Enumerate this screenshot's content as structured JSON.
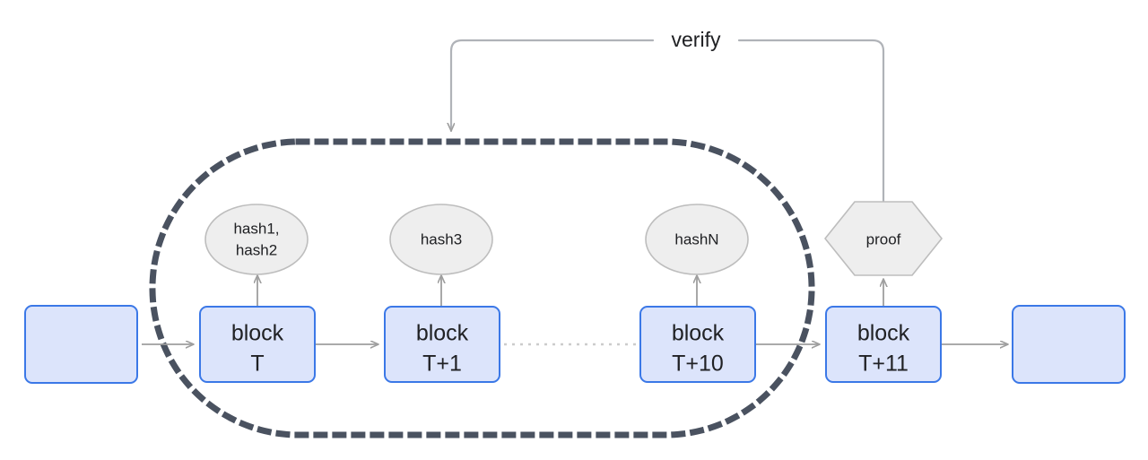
{
  "diagram": {
    "title": "blockchain proof verification diagram",
    "background_color": "#ffffff",
    "colors": {
      "block_fill": "#dce4fb",
      "block_stroke": "#3b78e7",
      "hash_fill": "#eeeeee",
      "hash_stroke": "#bdbdbd",
      "proof_fill": "#eeeeee",
      "proof_stroke": "#bdbdbd",
      "arrow": "#9e9e9e",
      "boundary_dash": "#4a5260",
      "chain_dotted": "#cccccc",
      "text": "#202124"
    },
    "blocks": [
      {
        "id": "block-left-stub",
        "line1": "",
        "line2": ""
      },
      {
        "id": "block-t",
        "line1": "block",
        "line2": "T"
      },
      {
        "id": "block-t1",
        "line1": "block",
        "line2": "T+1"
      },
      {
        "id": "block-t10",
        "line1": "block",
        "line2": "T+10"
      },
      {
        "id": "block-t11",
        "line1": "block",
        "line2": "T+11"
      },
      {
        "id": "block-right-stub",
        "line1": "",
        "line2": ""
      }
    ],
    "hash_nodes": [
      {
        "id": "hash-node-1",
        "line1": "hash1,",
        "line2": "hash2"
      },
      {
        "id": "hash-node-2",
        "line1": "hash3",
        "line2": ""
      },
      {
        "id": "hash-node-3",
        "line1": "hashN",
        "line2": ""
      }
    ],
    "proof_node": {
      "id": "proof-node",
      "label": "proof"
    },
    "edges": [
      {
        "id": "verify-edge",
        "label": "verify"
      }
    ],
    "boundary": {
      "id": "epoch-boundary",
      "style": "dashed-rounded-rect"
    }
  }
}
